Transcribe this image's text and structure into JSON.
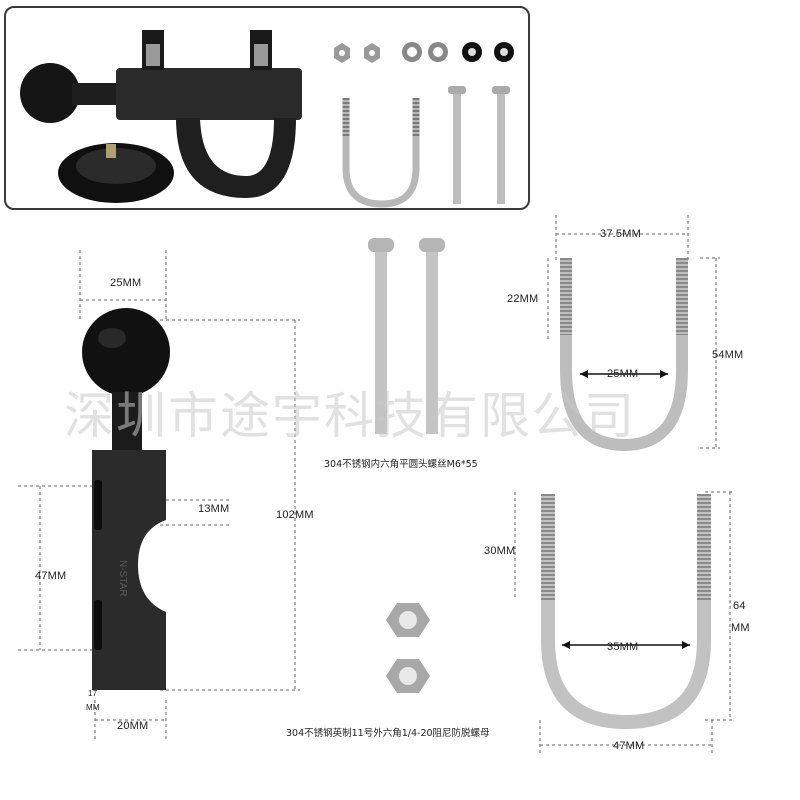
{
  "dimensions": {
    "top_width": "25MM",
    "ball_height": "13MM",
    "total_height": "102MM",
    "clamp_height": "47MM",
    "bottom_width": "20MM",
    "small_offset_top": "17",
    "small_offset_bottom": "MM",
    "ubolt_small_width": "37.5MM",
    "ubolt_small_thread": "22MM",
    "ubolt_small_inner": "25MM",
    "ubolt_small_height": "54MM",
    "ubolt_large_thread": "30MM",
    "ubolt_large_inner": "35MM",
    "ubolt_large_height_value": "64",
    "ubolt_large_height_unit": "MM",
    "ubolt_large_width": "47MM"
  },
  "captions": {
    "screws": "304不锈钢内六角平圆头螺丝M6*55",
    "nuts": "304不锈钢英制11号外六角1/4-20阻尼防脱螺母"
  },
  "watermark": "深圳市途宇科技有限公司",
  "colors": {
    "metal": "#c8c8c8",
    "rubber": "#1a1a1a",
    "body": "#2c2c2c"
  }
}
